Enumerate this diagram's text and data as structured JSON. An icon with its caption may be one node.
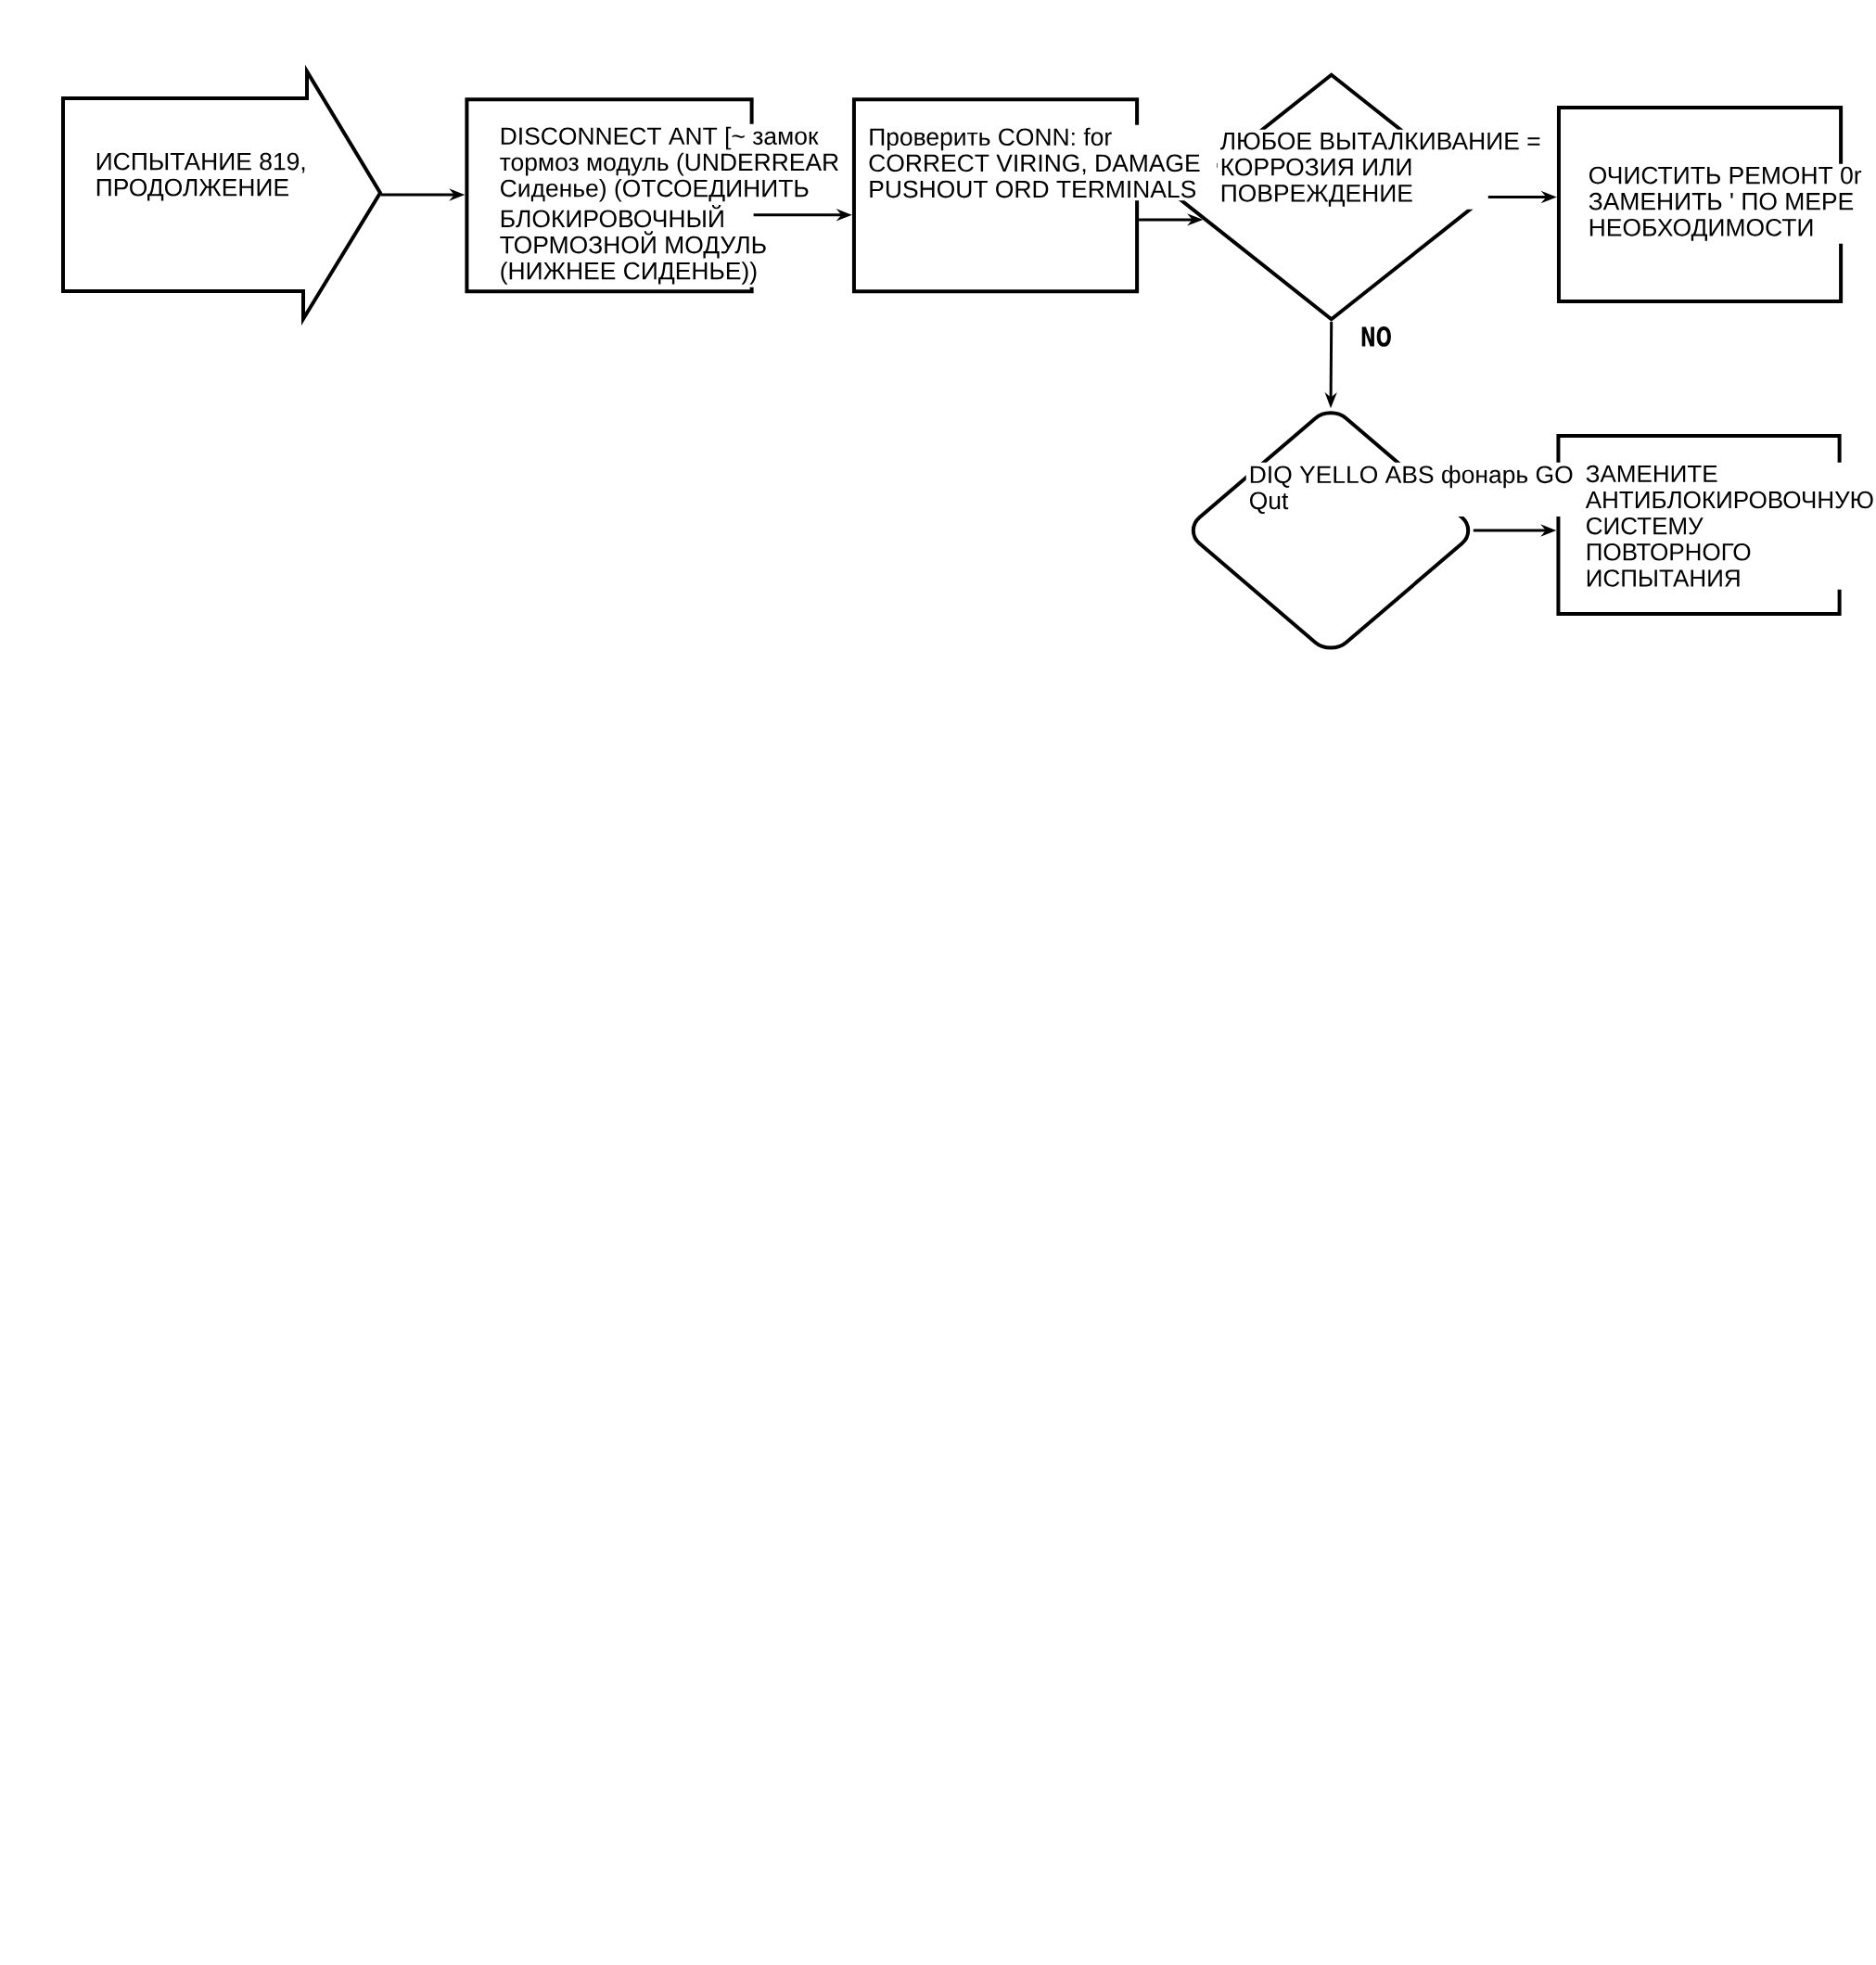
{
  "diagram": {
    "nodes": [
      {
        "text": [
          "ИСПЫТАНИЕ 819, ПРОДОЛЖЕНИЕ"
        ]
      },
      {
        "text": [
          "DISCONNECT ANT [~ замок тормоз модуль (UNDERREAR Сиденье) (ОТСОЕДИНИТЬ БЛОКИРОВОЧНЫЙ ТОРМОЗНОЙ МОДУЛЬ (НИЖНЕЕ СИДЕНЬЕ))"
        ]
      },
      {
        "text": [
          "Проверить CONN: for CORRECT VIRING, DAMAGE PUSHOUT ORD TERMINALS"
        ]
      },
      {
        "text": [
          "ЛЮБОЕ ВЫТАЛКИВАНИЕ = КОРРОЗИЯ ИЛИ ПОВРЕЖДЕНИЕ"
        ]
      },
      {
        "text": [
          "ОЧИСТИТЬ РЕМОНТ 0r ЗАМЕНИТЬ ' ПО МЕРЕ НЕОБХОДИМОСТИ"
        ]
      },
      {
        "text": [
          "DIQ YELLO ABS фонарь GO Qut"
        ]
      },
      {
        "text": [
          "ЗАМЕНИТЕ АНТИБЛОКИРОВОЧНУЮ СИСТЕМУ ПОВТОРНОГО ИСПЫТАНИЯ"
        ]
      }
    ],
    "edges": [
      {
        "from": 0,
        "to": 1,
        "arrow": "to"
      },
      {
        "from": 1,
        "to": 2,
        "arrow": "to"
      },
      {
        "from": 2,
        "to": 3,
        "arrow": "to"
      },
      {
        "from": 3,
        "to": 4,
        "arrow": "to"
      },
      {
        "from": 3,
        "to": 5,
        "arrow": "to",
        "label": "NO"
      },
      {
        "from": 5,
        "to": 6,
        "arrow": "to"
      }
    ]
  }
}
